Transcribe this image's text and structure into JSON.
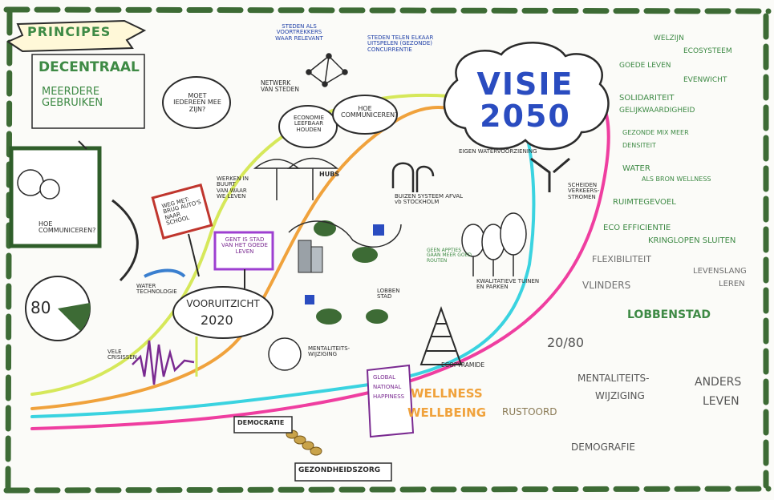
{
  "principles": {
    "title": "PRINCIPES",
    "items": [
      "DECENTRAAL",
      "MEERDERE GEBRUIKEN"
    ]
  },
  "vision": {
    "line1": "VISIE",
    "line2": "2050"
  },
  "outlook": {
    "line1": "VOORUITZICHT",
    "line2": "2020"
  },
  "bubbles": {
    "question1": "MOET IEDEREEN MEE ZIJN?",
    "question2": "ECONOMIE LEEFBAAR HOUDEN",
    "question3": "HOE COMMUNICEREN?"
  },
  "network": {
    "label": "NETWERK VAN STEDEN",
    "note1": "STEDEN ALS VOORTREKKERS WAAR RELEVANT",
    "note2": "STEDEN TELEN ELKAAR UITSPELEN (GEZONDE) CONCURRENTIE"
  },
  "left": {
    "communicate": "HOE COMMUNICEREN?",
    "ratio": "80"
  },
  "signs": {
    "away": "WEG MET: BRUG AUTO'S NAAR SCHOOL",
    "work": "WERKEN IN BUURT VAN WAAR WE LEVEN",
    "gent": "GENT IS STAD VAN HET GOEDE LEVEN",
    "hubs": "HUBS"
  },
  "drawings": {
    "water_tech": "WATER TECHNOLOGIE",
    "own_water": "EIGEN WATERVOORZIENING",
    "sewer": "BUIZEN SYSTEEM AFVAL vb STOCKHOLM",
    "separate": "SCHEIDEN VERKEERS-STROMEN",
    "green": "GEEN APPTIES GAAN MEER GOED ROUTEN",
    "quality": "KWALITATIEVE TUINEN EN PARKEN",
    "lobe": "LOBBEN STAD",
    "eco_pyramid": "ECOPYRAMIDE",
    "mentality_face": "MENTALITEITS-WIJZIGING",
    "crises": "VELE CRISISSEN"
  },
  "bottom": {
    "gnh_line1": "GLOBAL",
    "gnh_line2": "NATIONAL",
    "gnh_line3": "HAPPINESS",
    "wellness": "WELLNESS",
    "wellbeing": "WELLBEING",
    "rest": "RUSTOORD",
    "democracy": "DEMOCRATIE",
    "health": "GEZONDHEIDSZORG"
  },
  "right_list": [
    "WELZIJN",
    "ECOSYSTEEM",
    "GOEDE LEVEN",
    "EVENWICHT",
    "SOLIDARITEIT",
    "GELIJKWAARDIGHEID",
    "GEZONDE MIX MEER",
    "DENSITEIT",
    "WATER",
    "ALS BRON WELLNESS",
    "RUIMTEGEVOEL",
    "ECO EFFICIENTIE",
    "KRINGLOPEN SLUITEN",
    "FLEXIBILITEIT",
    "LEVENSLANG",
    "LEREN",
    "VLINDERS",
    "LOBBENSTAD",
    "20/80",
    "MENTALITEITS-",
    "WIJZIGING",
    "ANDERS",
    "LEVEN",
    "DEMOGRAFIE"
  ],
  "colors": {
    "frame": "#3d6b35",
    "yellow": "#d6e85a",
    "orange": "#f0a23c",
    "cyan": "#3ad3e0",
    "magenta": "#ef3ea0",
    "blue": "#2a4cc0",
    "green": "#3e8a45"
  }
}
